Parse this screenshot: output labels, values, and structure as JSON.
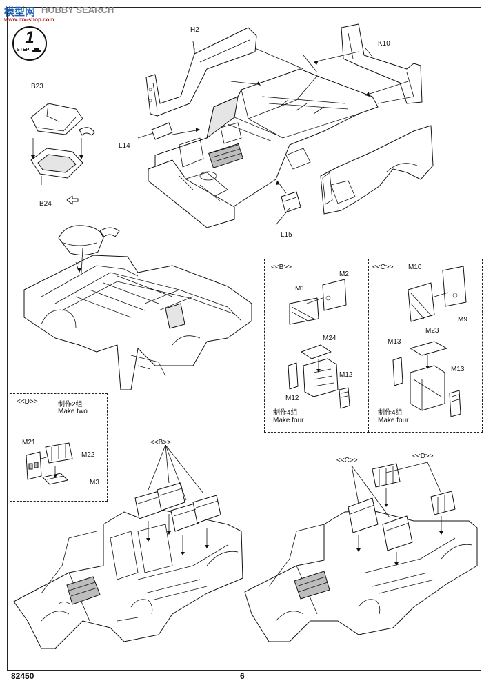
{
  "header": {
    "watermark_cn": "模型网",
    "watermark_en": "HOBBY SEARCH",
    "watermark_site": "www.mx-shop.com",
    "step_number": "1",
    "step_label": "STEP"
  },
  "part_labels": {
    "h2": "H2",
    "k10": "K10",
    "b23": "B23",
    "b24": "B24",
    "l14": "L14",
    "l15": "L15"
  },
  "box_b": {
    "title": "<<B>>",
    "labels": [
      "M1",
      "M2",
      "M24",
      "M12",
      "M12"
    ],
    "note_cn": "制作4组",
    "note_en": "Make four"
  },
  "box_c": {
    "title": "<<C>>",
    "labels": [
      "M10",
      "M9",
      "M23",
      "M13",
      "M13"
    ],
    "note_cn": "制作4组",
    "note_en": "Make four"
  },
  "box_d": {
    "title": "<<D>>",
    "note_cn": "制作2组",
    "note_en": "Make two",
    "labels": [
      "M21",
      "M22",
      "M3"
    ]
  },
  "callouts": {
    "bottom_left": "<<B>>",
    "bottom_right_c": "<<C>>",
    "bottom_right_d": "<<D>>"
  },
  "footer": {
    "catalog_number": "82450",
    "page_number": "6"
  }
}
